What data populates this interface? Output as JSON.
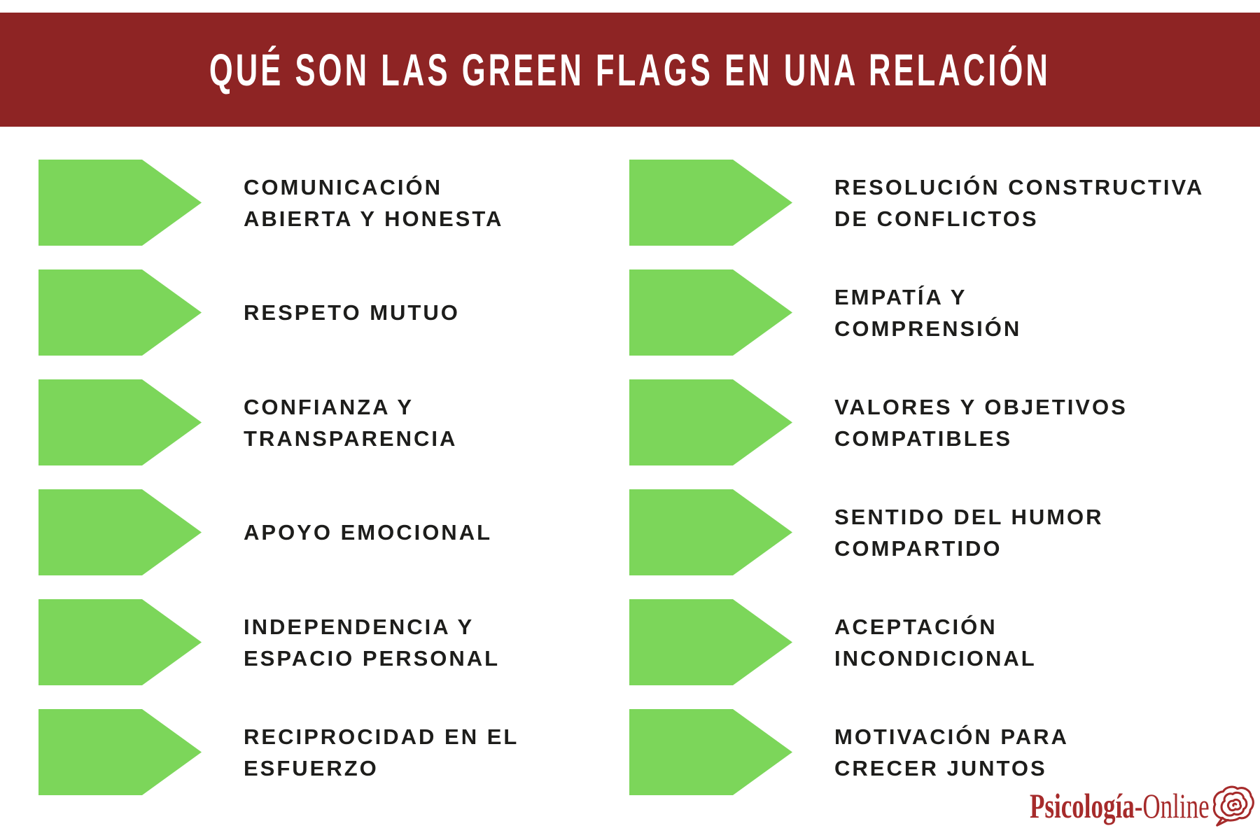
{
  "title": "QUÉ SON LAS GREEN FLAGS EN UNA RELACIÓN",
  "colors": {
    "banner_red": "#8e2424",
    "flag_green": "#7cd65a",
    "logo_red": "#a62b2b",
    "text_dark": "#1d1d1b",
    "background": "#ffffff",
    "title_text": "#ffffff"
  },
  "icons": {
    "flag": "green-flag-pennant-icon",
    "brand": "brain-icon"
  },
  "items_left": [
    {
      "line1": "COMUNICACIÓN",
      "line2": "ABIERTA Y HONESTA"
    },
    {
      "line1": "RESPETO MUTUO",
      "line2": ""
    },
    {
      "line1": "CONFIANZA Y",
      "line2": "TRANSPARENCIA"
    },
    {
      "line1": "APOYO EMOCIONAL",
      "line2": ""
    },
    {
      "line1": "INDEPENDENCIA Y",
      "line2": "ESPACIO PERSONAL"
    },
    {
      "line1": "RECIPROCIDAD EN EL",
      "line2": "ESFUERZO"
    }
  ],
  "items_right": [
    {
      "line1": "RESOLUCIÓN CONSTRUCTIVA",
      "line2": "DE CONFLICTOS"
    },
    {
      "line1": "EMPATÍA Y",
      "line2": "COMPRENSIÓN"
    },
    {
      "line1": "VALORES Y OBJETIVOS",
      "line2": "COMPATIBLES"
    },
    {
      "line1": "SENTIDO DEL HUMOR",
      "line2": "COMPARTIDO"
    },
    {
      "line1": "ACEPTACIÓN",
      "line2": "INCONDICIONAL"
    },
    {
      "line1": "MOTIVACIÓN PARA",
      "line2": "CRECER JUNTOS"
    }
  ],
  "footer": {
    "brand_bold": "Psicología",
    "brand_regular": "-Online"
  }
}
